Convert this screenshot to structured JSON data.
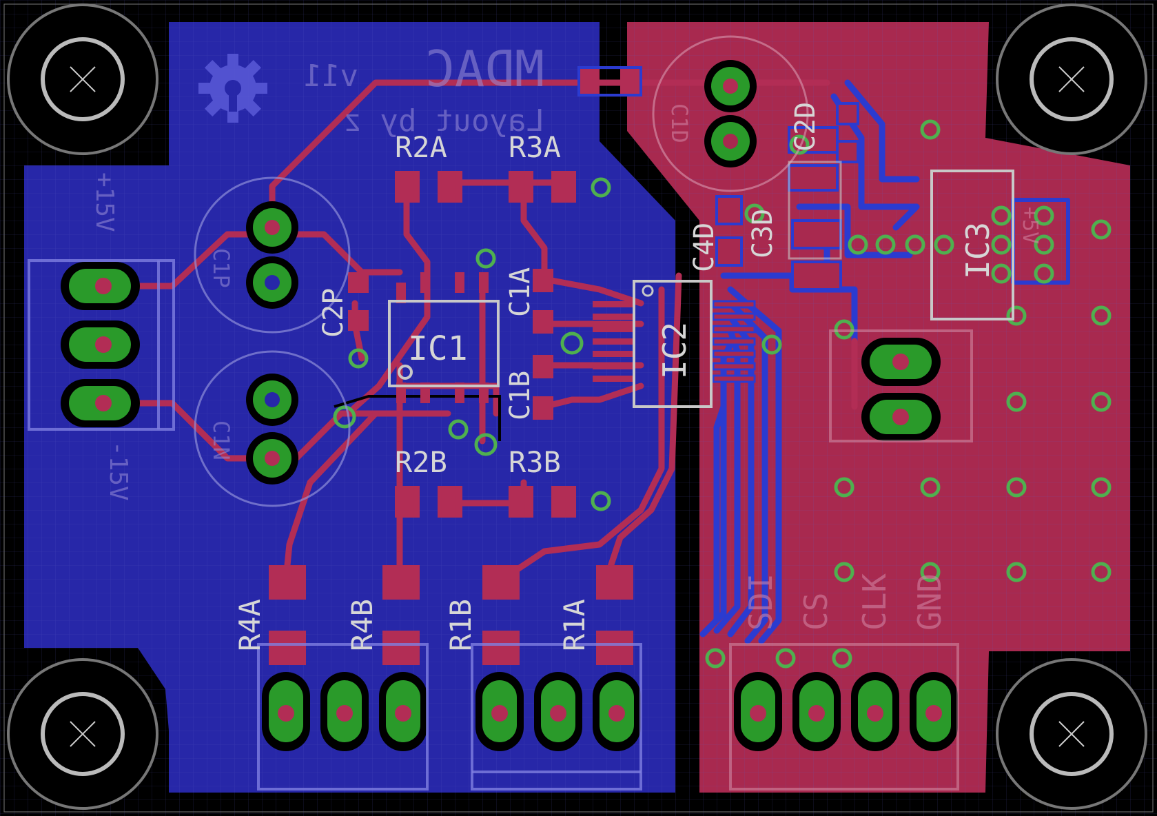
{
  "board": {
    "title": "MDAC",
    "version": "v11",
    "credit": "Layout by z",
    "colors": {
      "background": "#000000",
      "bottom_copper": "#2727a8",
      "top_copper": "#a8294f",
      "top_trace": "#b22d55",
      "bottom_trace": "#2b3bd0",
      "pad": "#2a9a2a",
      "via_ring": "#4fb04f",
      "silkscreen": "#c8c8c8",
      "grid": "#3a3a9a"
    }
  },
  "labels": {
    "r2a": "R2A",
    "r3a": "R3A",
    "r2b": "R2B",
    "r3b": "R3B",
    "c1a": "C1A",
    "c1b": "C1B",
    "c2p": "C2P",
    "c2d": "C2D",
    "c3d": "C3D",
    "c4d": "C4D",
    "ic1": "IC1",
    "ic2": "IC2",
    "ic3": "IC3",
    "r4a": "R4A",
    "r4b": "R4B",
    "r1b": "R1B",
    "r1a": "R1A",
    "pwr_pos": "+15V",
    "pwr_neg": "-15V",
    "sdi": "SDI",
    "cs": "CS",
    "clk": "CLK",
    "gnd": "GND",
    "v5": "+5V",
    "cap_top_left": "C1P",
    "cap_mid_left": "C1N",
    "cap_top_right": "C1D"
  }
}
